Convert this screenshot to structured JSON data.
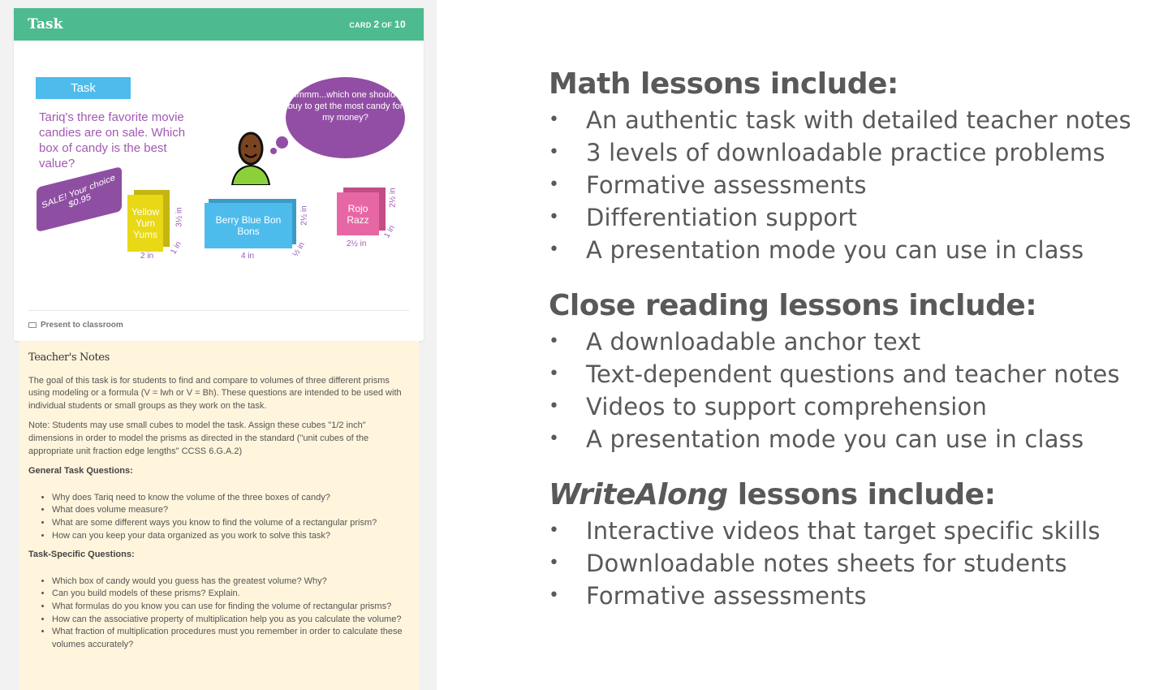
{
  "card": {
    "title": "Task",
    "count_prefix": "CARD",
    "count_current": "2",
    "count_of": "OF",
    "count_total": "10"
  },
  "task_image": {
    "tag": "Task",
    "question": "Tariq's three favorite movie candies are on sale.  Which box of candy is the best value?",
    "sale": "SALE! Your choice $0.95",
    "thought": "Hmmm...which one should I buy to get the most candy for my money?",
    "boxes": [
      {
        "name": "Yellow Yum Yums",
        "width": "2 in",
        "depth": "1 in",
        "height": "3½ in",
        "color": "#e8d816"
      },
      {
        "name": "Berry Blue Bon Bons",
        "width": "4 in",
        "depth": "½ in",
        "height": "2½ in",
        "color": "#4dbcec"
      },
      {
        "name": "Rojo Razz",
        "width": "2½ in",
        "depth": "1 in",
        "height": "2½ in",
        "color": "#e767a5"
      }
    ]
  },
  "present_label": "Present to classroom",
  "notes": {
    "title": "Teacher's Notes",
    "p1": "The goal of this task is for students to find and compare to volumes of three different prisms using modeling or a formula (V = lwh or V = Bh).  These questions are intended to be used with individual students or small groups as they work on the task.",
    "p2": "Note: Students may use small cubes to model the task.  Assign these cubes \"1/2 inch\" dimensions in order to model the prisms as directed in the standard (\"unit cubes of the appropriate unit fraction edge lengths\" CCSS 6.G.A.2)",
    "general_heading": "General Task Questions:",
    "general": [
      "Why does Tariq need to know the volume of the three boxes of candy?",
      "What does volume measure?",
      "What are some different ways you know to find the volume of a rectangular prism?",
      "How can you keep your data organized as you work to solve this task?"
    ],
    "specific_heading": "Task-Specific Questions:",
    "specific": [
      "Which box of candy would you guess has the greatest volume?  Why?",
      "Can you build models of these prisms?  Explain.",
      "What formulas do you know you can use for finding the volume of rectangular prisms?",
      "How can the associative property of multiplication help you as you calculate the volume?",
      "What fraction of multiplication procedures must you remember in order to calculate these volumes accurately?"
    ]
  },
  "sections": [
    {
      "title_em": "",
      "title": "Math lessons include:",
      "items": [
        "An authentic task with detailed teacher notes",
        "3 levels of downloadable practice problems",
        "Formative assessments",
        "Differentiation support",
        "A presentation mode you can use in class"
      ]
    },
    {
      "title_em": "",
      "title": "Close reading lessons include:",
      "items": [
        "A downloadable anchor text",
        "Text-dependent questions and teacher notes",
        "Videos to support comprehension",
        "A presentation mode you can use in class"
      ]
    },
    {
      "title_em": "WriteAlong",
      "title": " lessons include:",
      "items": [
        "Interactive videos that target specific skills",
        "Downloadable notes sheets for students",
        "Formative assessments"
      ]
    }
  ]
}
